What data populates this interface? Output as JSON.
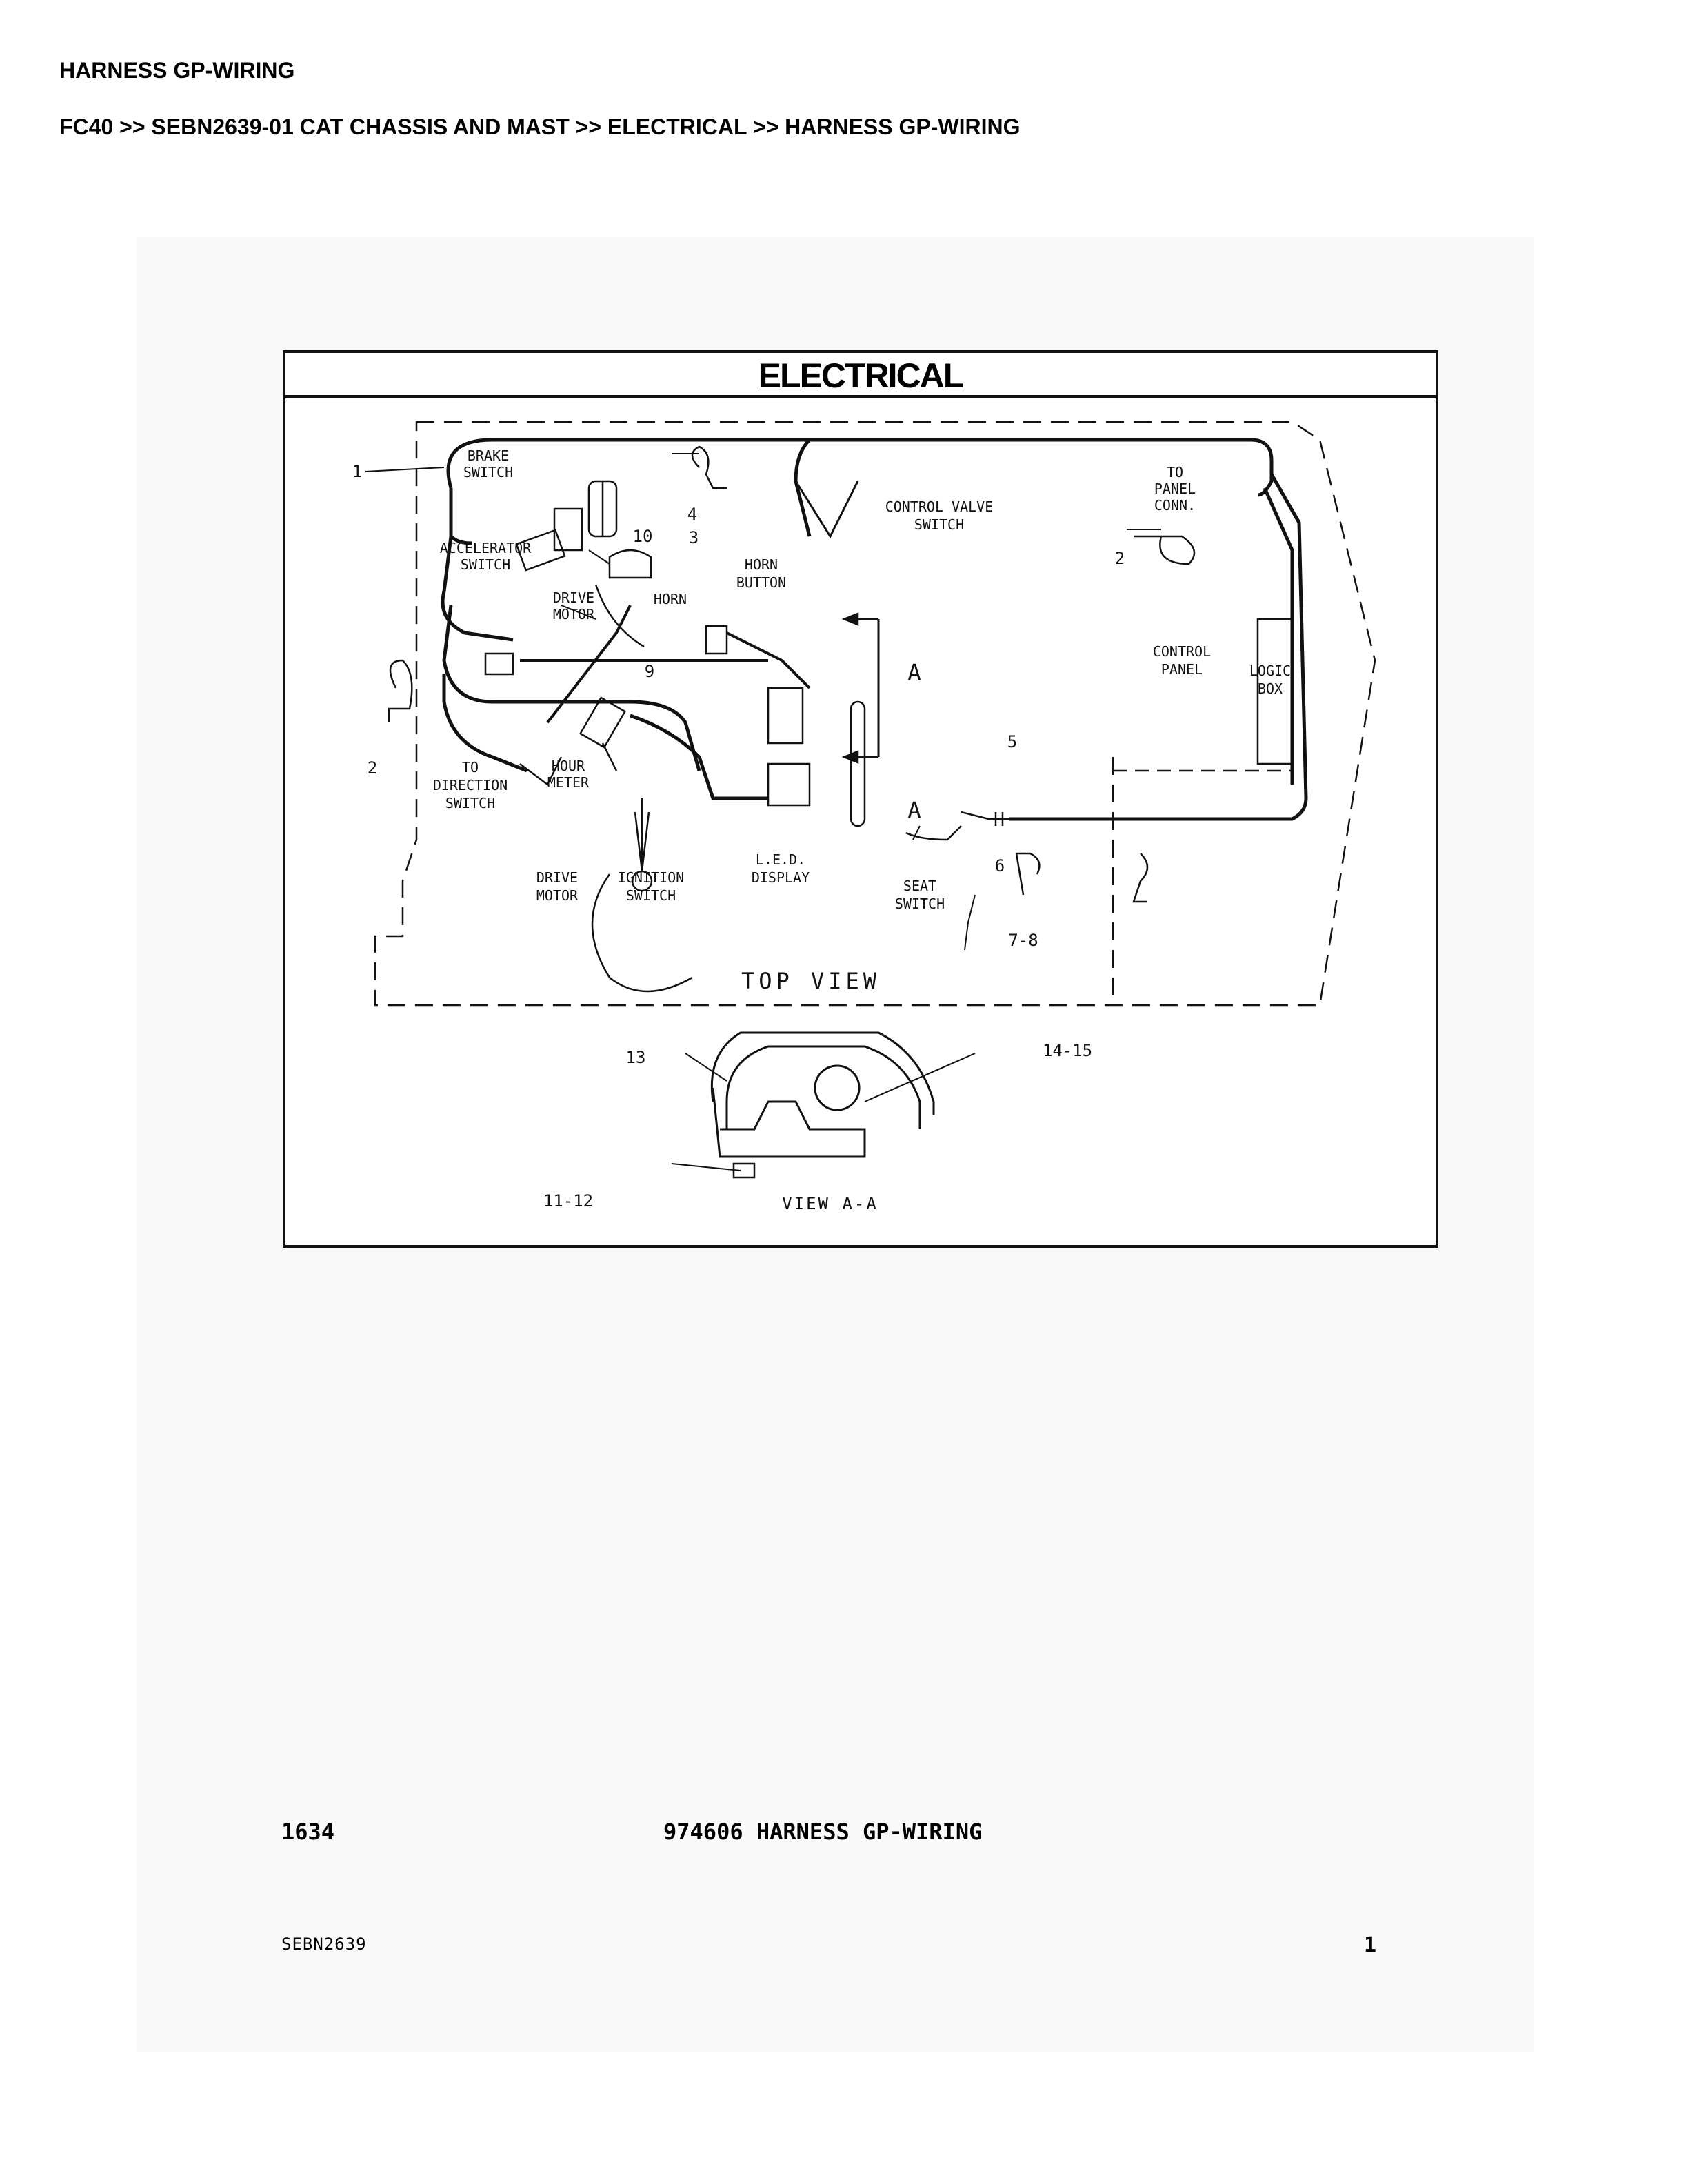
{
  "document": {
    "title": "HARNESS GP-WIRING",
    "breadcrumb": "FC40 >> SEBN2639-01 CAT CHASSIS AND MAST >> ELECTRICAL >> HARNESS GP-WIRING"
  },
  "figure": {
    "header": "ELECTRICAL",
    "labels": {
      "brake_switch": [
        "BRAKE",
        "SWITCH"
      ],
      "accelerator_switch": [
        "ACCELERATOR",
        "SWITCH"
      ],
      "drive_motor_upper": [
        "DRIVE",
        "MOTOR"
      ],
      "horn": "HORN",
      "horn_button": [
        "HORN",
        "BUTTON"
      ],
      "control_valve_switch": [
        "CONTROL VALVE",
        "SWITCH"
      ],
      "to_panel_conn": [
        "TO",
        "PANEL",
        "CONN."
      ],
      "control_panel": [
        "CONTROL",
        "PANEL"
      ],
      "logic_box": [
        "LOGIC",
        "BOX"
      ],
      "to_direction_switch": [
        "TO",
        "DIRECTION",
        "SWITCH"
      ],
      "hour_meter": [
        "HOUR",
        "METER"
      ],
      "drive_motor_lower": [
        "DRIVE",
        "MOTOR"
      ],
      "ignition_switch": [
        "IGNITION",
        "SWITCH"
      ],
      "led_display": [
        "L.E.D.",
        "DISPLAY"
      ],
      "seat_switch": [
        "SEAT",
        "SWITCH"
      ],
      "top_view": "TOP VIEW",
      "view_aa": "VIEW A-A",
      "section_a_upper": "A",
      "section_a_lower": "A"
    },
    "callouts": {
      "c1": "1",
      "c2_left": "2",
      "c2_right": "2",
      "c3": "3",
      "c4": "4",
      "c5": "5",
      "c6": "6",
      "c7_8": "7-8",
      "c9": "9",
      "c10": "10",
      "c11_12": "11-12",
      "c13": "13",
      "c14_15": "14-15"
    }
  },
  "footer": {
    "page": "1634",
    "caption": "974606 HARNESS GP-WIRING",
    "doc_id": "SEBN2639",
    "sheet_number": "1"
  }
}
